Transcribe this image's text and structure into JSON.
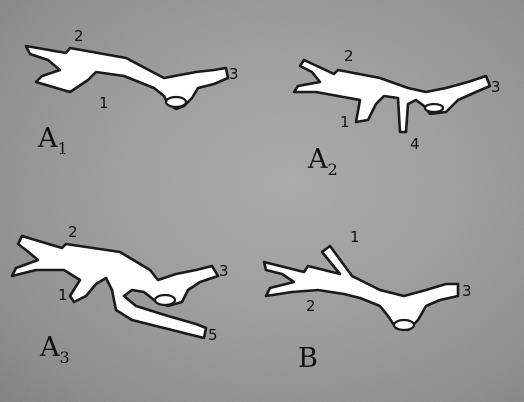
{
  "panels": {
    "A1": {
      "label": "A",
      "subscript": "1",
      "branches": [
        "2",
        "3",
        "1"
      ]
    },
    "A2": {
      "label": "A",
      "subscript": "2",
      "branches": [
        "2",
        "3",
        "1",
        "4"
      ]
    },
    "A3": {
      "label": "A",
      "subscript": "3",
      "branches": [
        "2",
        "3",
        "1",
        "5"
      ]
    },
    "B": {
      "label": "B",
      "branches": [
        "1",
        "3",
        "2"
      ]
    }
  }
}
